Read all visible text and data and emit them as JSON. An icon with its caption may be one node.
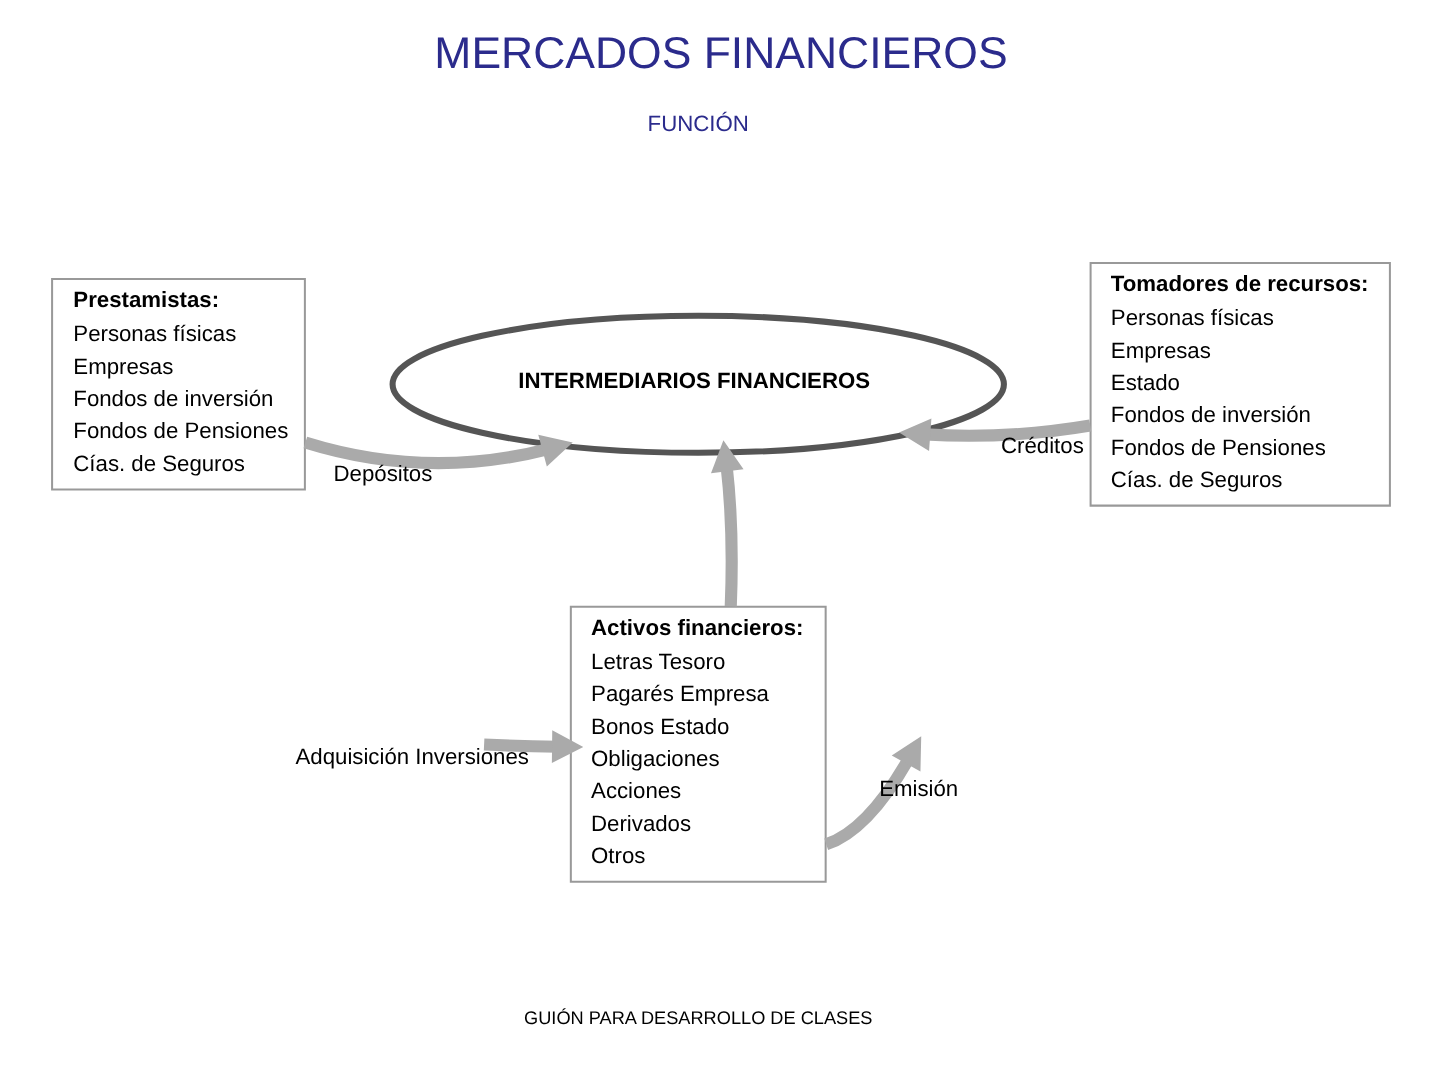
{
  "diagram": {
    "title": "MERCADOS FINANCIEROS",
    "caption": "GUIÓN PARA DESARROLLO DE CLASES",
    "nodes": [
      {
        "text": [
          "Prestamistas:",
          "Personas físicas",
          "Empresas",
          "Fondos de inversión",
          "Fondos de Pensiones",
          "Cías. de Seguros"
        ]
      },
      {
        "text": [
          "INTERMEDIARIOS FINANCIEROS"
        ]
      },
      {
        "text": [
          "Tomadores de recursos:",
          "Personas físicas",
          "Empresas",
          "Estado",
          "Fondos de inversión",
          "Fondos de Pensiones",
          "Cías. de Seguros"
        ]
      },
      {
        "text": [
          "Activos financieros:",
          "Letras Tesoro",
          "Pagarés Empresa",
          "Bonos Estado",
          "Obligaciones",
          "Acciones",
          "Derivados",
          "Otros"
        ]
      }
    ],
    "edges": [
      {
        "from": 0,
        "to": 1,
        "arrow": "to",
        "label": "Depósitos"
      },
      {
        "from": 2,
        "to": 1,
        "arrow": "to",
        "label": "Créditos"
      },
      {
        "from": 3,
        "to": 1,
        "arrow": "to"
      },
      {
        "from": 3,
        "to": null,
        "arrow": "to",
        "label": "Emisión"
      },
      {
        "from": null,
        "to": 3,
        "arrow": "to",
        "label": "Adquisición Inversiones"
      }
    ],
    "labels": [
      "FUNCIÓN"
    ]
  }
}
